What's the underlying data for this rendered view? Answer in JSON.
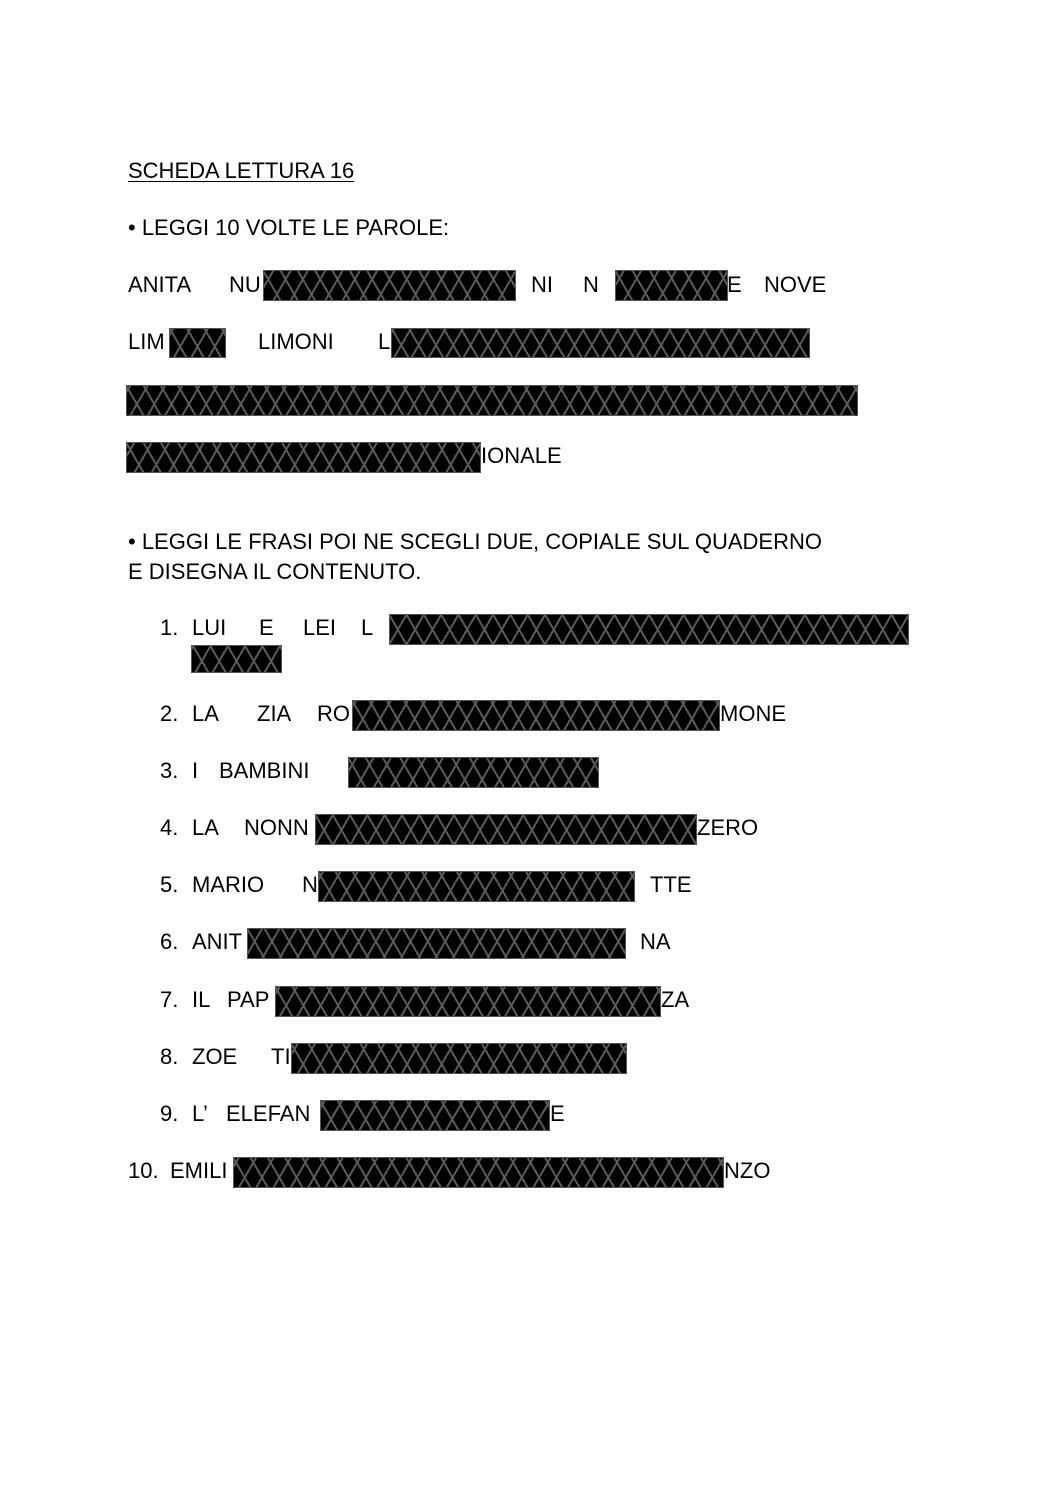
{
  "title": "SCHEDA LETTURA 16",
  "section1": {
    "instruction": "• LEGGI 10 VOLTE LE PAROLE:",
    "lines": [
      [
        "ANITA",
        "NU",
        "NI",
        "N",
        "E",
        "NOVE"
      ],
      [
        "LIM",
        "LIMONI",
        "L"
      ],
      [],
      [
        "IONALE"
      ]
    ]
  },
  "section2": {
    "instruction_line1": "• LEGGI LE FRASI POI NE SCEGLI DUE, COPIALE SUL QUADERNO",
    "instruction_line2": "E DISEGNA IL CONTENUTO.",
    "items": [
      {
        "number": "1.",
        "words": [
          "LUI",
          "E",
          "LEI",
          "L"
        ]
      },
      {
        "number": "2.",
        "words": [
          "LA",
          "ZIA",
          "RO",
          "MONE"
        ]
      },
      {
        "number": "3.",
        "words": [
          "I",
          "BAMBINI"
        ]
      },
      {
        "number": "4.",
        "words": [
          "LA",
          "NONN",
          "ZERO"
        ]
      },
      {
        "number": "5.",
        "words": [
          "MARIO",
          "N",
          "TTE"
        ]
      },
      {
        "number": "6.",
        "words": [
          "ANIT",
          "NA"
        ]
      },
      {
        "number": "7.",
        "words": [
          "IL",
          "PAP",
          "ZA"
        ]
      },
      {
        "number": "8.",
        "words": [
          "ZOE",
          "TI"
        ]
      },
      {
        "number": "9.",
        "words": [
          "L’",
          "ELEFAN",
          "E"
        ]
      },
      {
        "number": "10.",
        "words": [
          "EMILI",
          "NZO"
        ]
      }
    ]
  },
  "redaction_color": "#000000"
}
